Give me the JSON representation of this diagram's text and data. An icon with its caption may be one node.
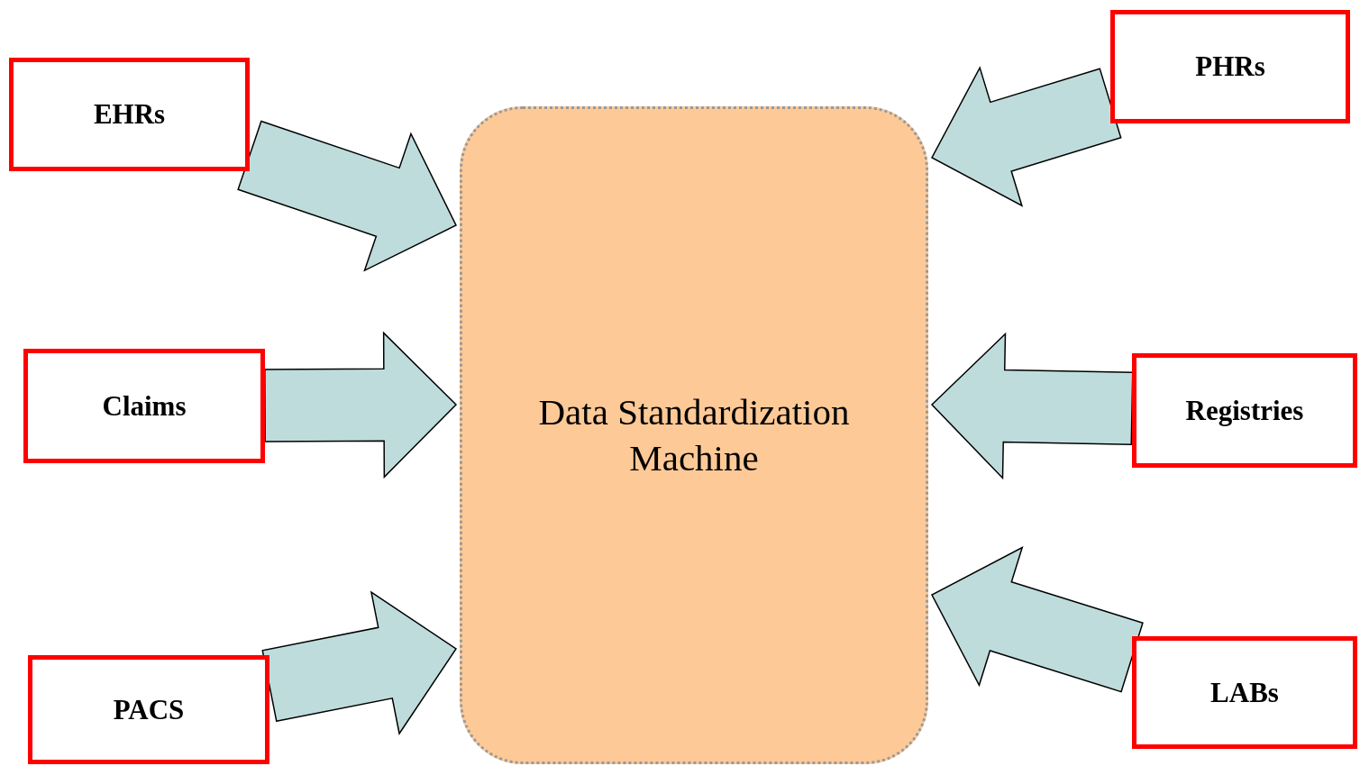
{
  "diagram": {
    "nodes": [
      {
        "text": [
          "EHRs"
        ]
      },
      {
        "text": [
          "PHRs"
        ]
      },
      {
        "text": [
          "Claims"
        ]
      },
      {
        "text": [
          "Data Standardization Machine"
        ]
      },
      {
        "text": [
          "Registries"
        ]
      },
      {
        "text": [
          "PACS"
        ]
      },
      {
        "text": [
          "LABs"
        ]
      }
    ],
    "edges": [
      {
        "from": 0,
        "to": 3,
        "arrow": "to"
      },
      {
        "from": 1,
        "to": 3,
        "arrow": "to"
      },
      {
        "from": 2,
        "to": 3,
        "arrow": "to"
      },
      {
        "from": 4,
        "to": 3,
        "arrow": "to"
      },
      {
        "from": 5,
        "to": 3,
        "arrow": "to"
      },
      {
        "from": 6,
        "to": 3,
        "arrow": "to"
      }
    ]
  }
}
